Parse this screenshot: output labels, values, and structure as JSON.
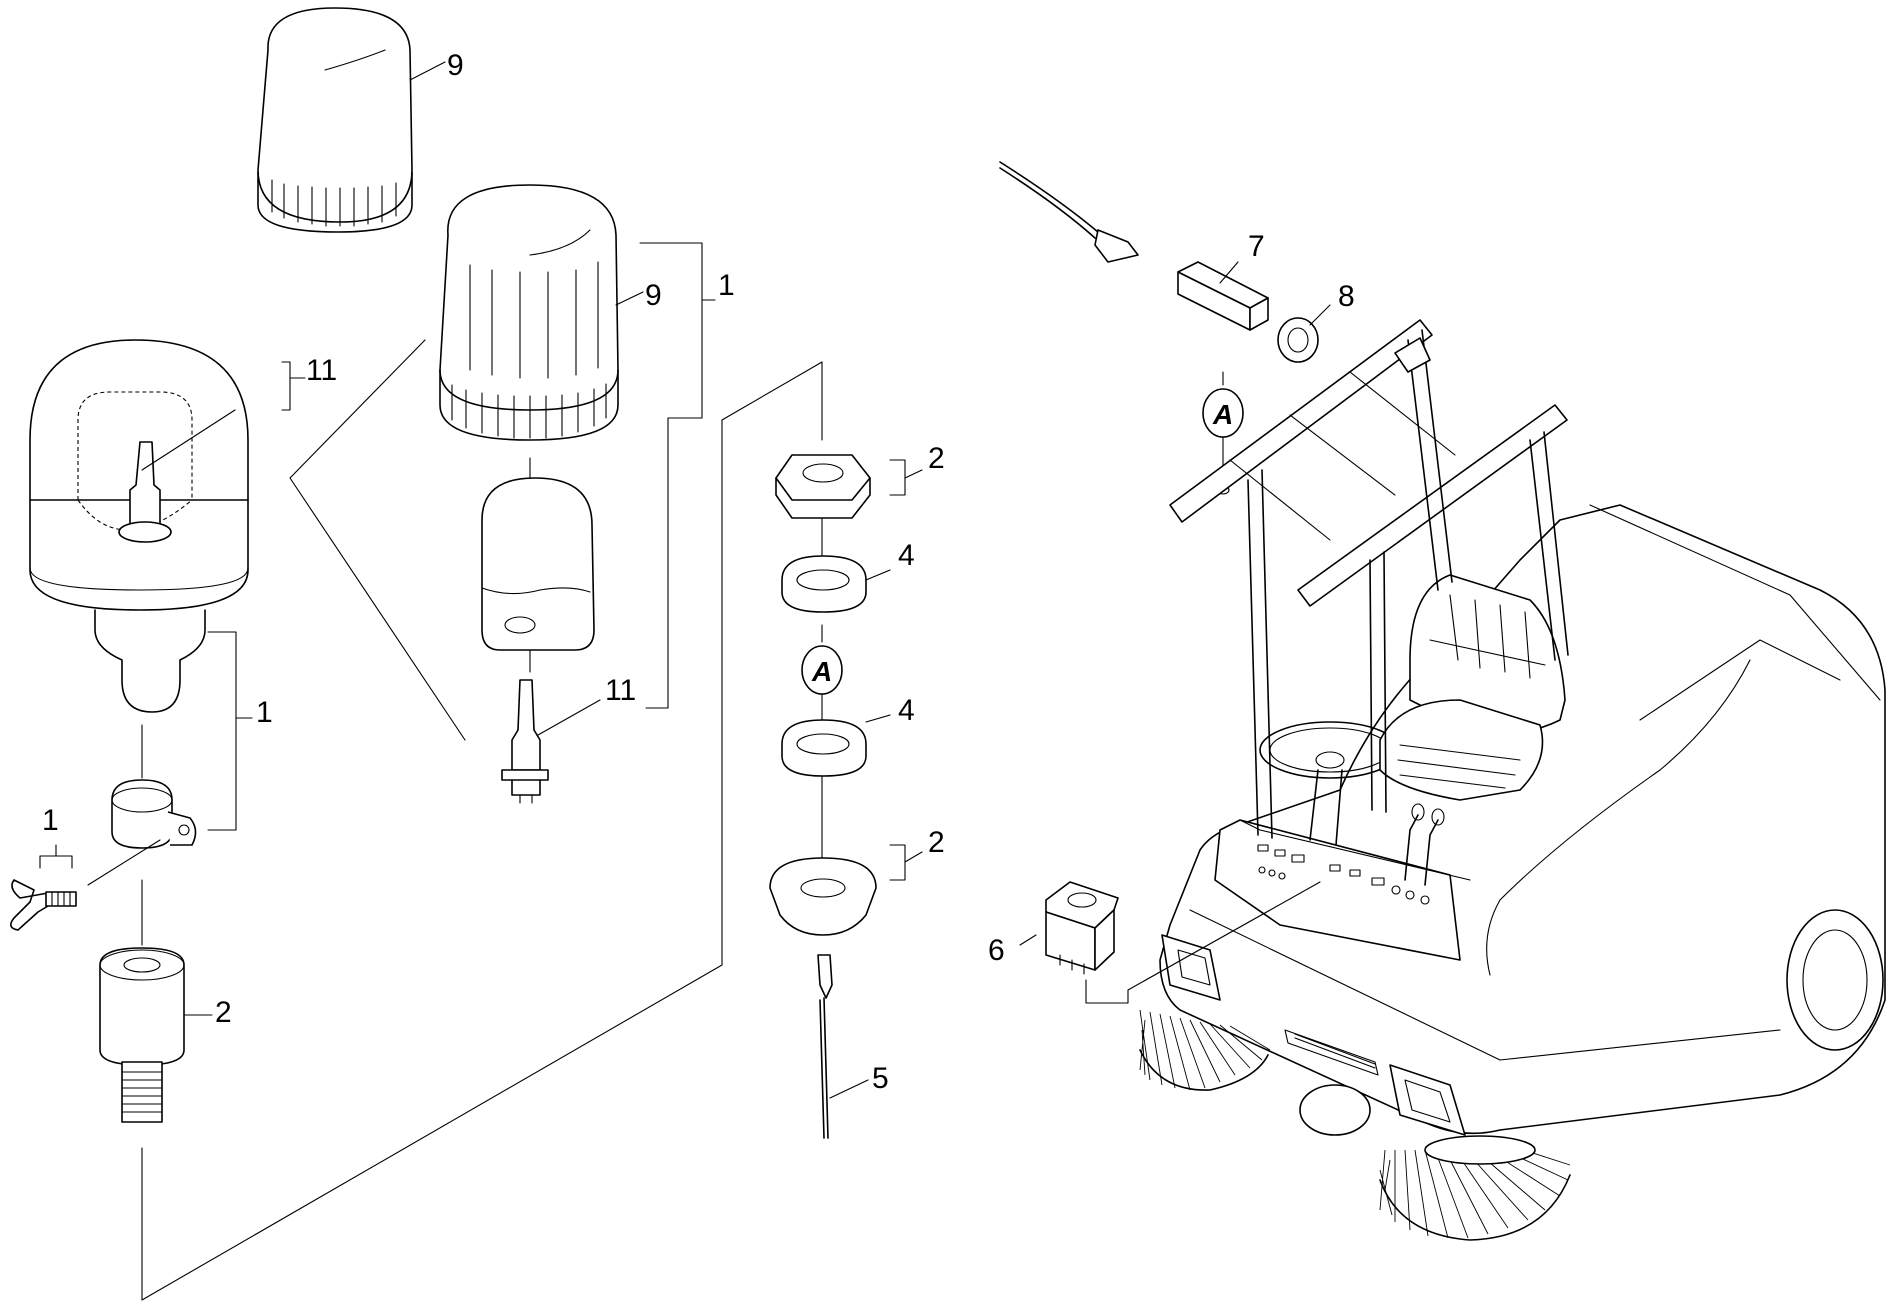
{
  "callouts": {
    "c9_top": "9",
    "c9_mid": "9",
    "c1_bracket_top": "1",
    "c11_left": "11",
    "c11_mid": "11",
    "c1_clamp": "1",
    "c1_screw": "1",
    "c2_adapter": "2",
    "c2_nut_top": "2",
    "c4_upper": "4",
    "c4_lower": "4",
    "c2_nut_bottom": "2",
    "c5_cable": "5",
    "c6_switch": "6",
    "c7_fuse": "7",
    "c8_grommet": "8"
  },
  "reference_marks": {
    "ref_a_center": "A",
    "ref_a_machine": "A"
  }
}
